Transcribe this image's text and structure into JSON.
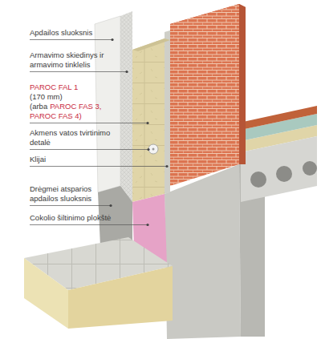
{
  "diagram": {
    "labels": [
      "Apdailos sluoksnis",
      "Armavimo skiedinys ir armavimo tinklelis",
      "PAROC FAL 1",
      "(170 mm)",
      "(arba",
      "PAROC FAS 3,",
      "PAROC FAS 4)",
      "Akmens vatos tvirtinimo detalė",
      "Klijai",
      "Drėgmei atsparios apdailos sluoksnis",
      "Cokolio šiltinimo plokštė"
    ]
  }
}
